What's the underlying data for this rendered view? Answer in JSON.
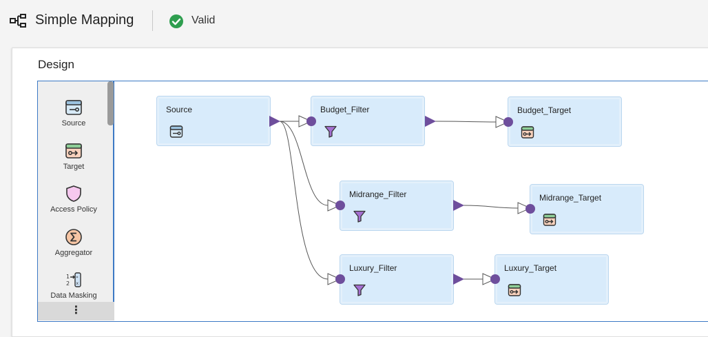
{
  "header": {
    "title": "Simple Mapping",
    "status": "Valid",
    "status_color": "#2e9e4f"
  },
  "design": {
    "title": "Design"
  },
  "palette": {
    "items": [
      {
        "label": "Source",
        "icon": "source-icon"
      },
      {
        "label": "Target",
        "icon": "target-icon"
      },
      {
        "label": "Access Policy",
        "icon": "shield-icon"
      },
      {
        "label": "Aggregator",
        "icon": "sigma-icon"
      },
      {
        "label": "Data Masking",
        "icon": "data-masking-icon"
      }
    ],
    "more": "⋮"
  },
  "nodes": {
    "source": {
      "name": "Source"
    },
    "budget_filter": {
      "name": "Budget_Filter"
    },
    "budget_target": {
      "name": "Budget_Target"
    },
    "midrange_filter": {
      "name": "Midrange_Filter"
    },
    "midrange_target": {
      "name": "Midrange_Target"
    },
    "luxury_filter": {
      "name": "Luxury_Filter"
    },
    "luxury_target": {
      "name": "Luxury_Target"
    }
  },
  "colors": {
    "node_fill": "#d8ebfb",
    "port": "#6e4e9c",
    "accent": "#3b78c4"
  }
}
